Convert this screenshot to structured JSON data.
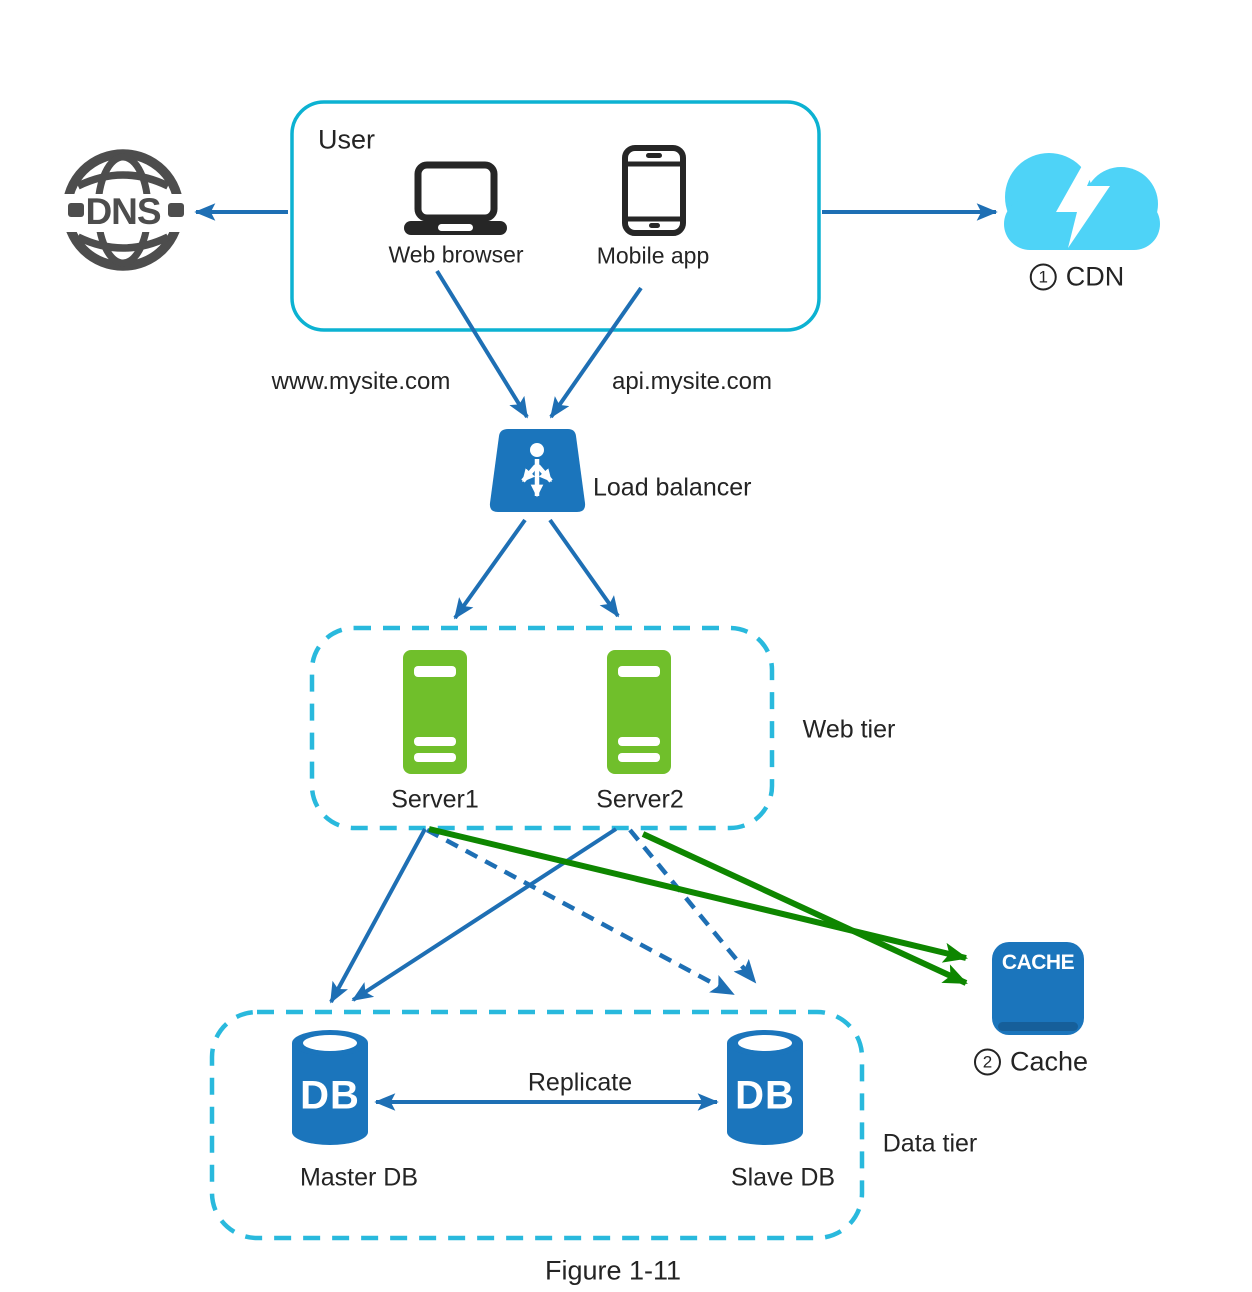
{
  "figure": {
    "caption": "Figure 1-11"
  },
  "nodes": {
    "dns": {
      "label": "DNS"
    },
    "user": {
      "title": "User",
      "web_browser": "Web browser",
      "mobile_app": "Mobile app"
    },
    "cdn": {
      "badge": "1",
      "label": "CDN"
    },
    "domains": {
      "www": "www.mysite.com",
      "api": "api.mysite.com"
    },
    "load_balancer": {
      "label": "Load balancer"
    },
    "web_tier": {
      "label": "Web tier",
      "server1": "Server1",
      "server2": "Server2"
    },
    "cache": {
      "icon_text": "CACHE",
      "badge": "2",
      "label": "Cache"
    },
    "data_tier": {
      "label": "Data tier",
      "master": "Master DB",
      "slave": "Slave DB",
      "replicate": "Replicate",
      "db_icon_text": "DB"
    }
  },
  "colors": {
    "arrow_blue": "#1e6fb4",
    "arrow_green": "#0e8600",
    "node_blue": "#1b75bc",
    "server_green": "#70bf2b",
    "cloud_cyan": "#4ed3f7",
    "box_cyan": "#0cb2d2",
    "dash_cyan": "#29b9dd",
    "dns_gray": "#4d4d4d",
    "icon_dark": "#262626",
    "text_dark": "#242424"
  }
}
